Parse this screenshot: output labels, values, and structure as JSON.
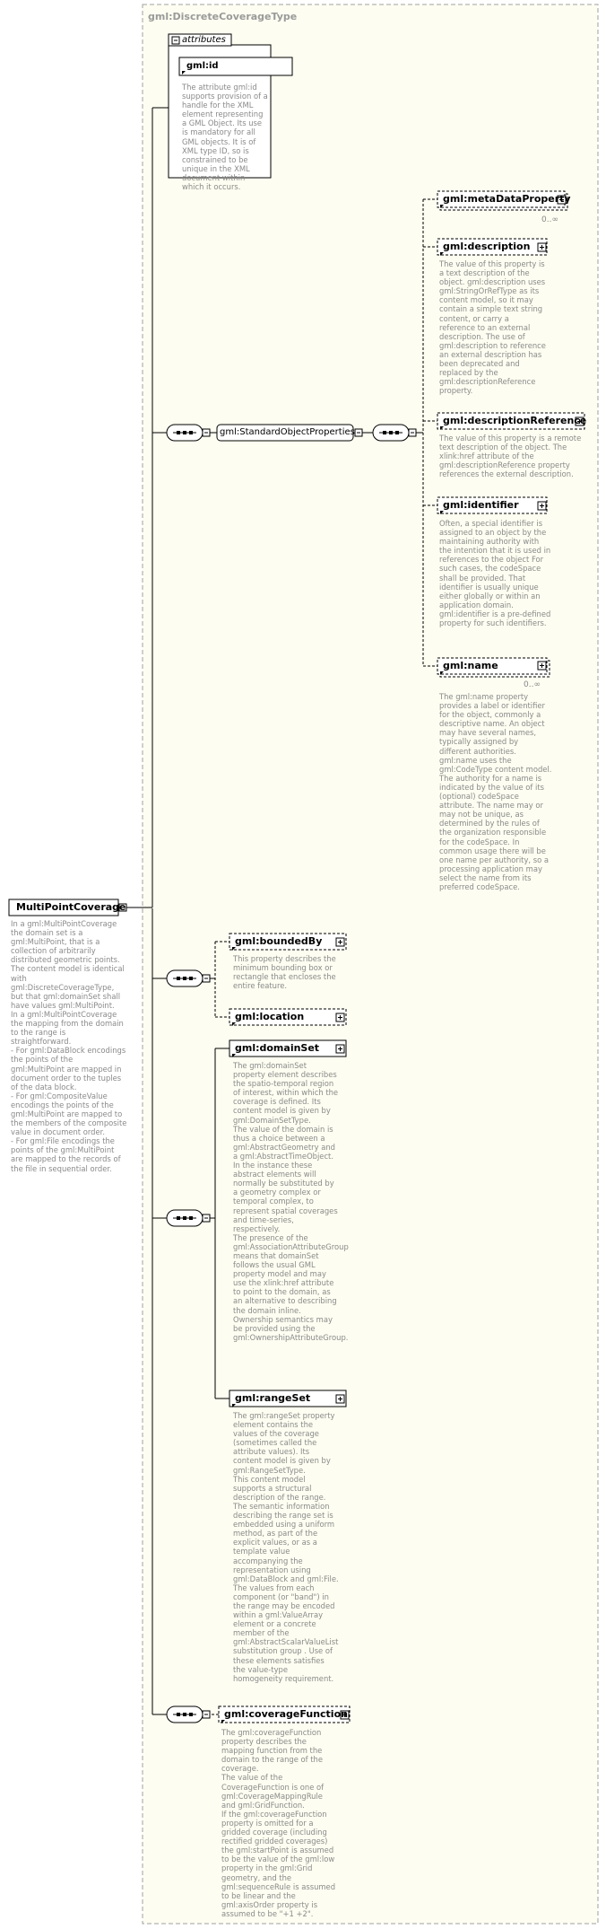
{
  "type_name": "gml:DiscreteCoverageType",
  "root": {
    "name": "MultiPointCoverage",
    "doc": "In a gml:MultiPointCoverage the domain set is a gml:MultiPoint, that is a collection of arbitrarily distributed geometric points.\nThe content model is identical with gml:DiscreteCoverageType, but that gml:domainSet shall have values gml:MultiPoint.\nIn a gml:MultiPointCoverage the mapping from the domain to the range is straightforward.\n-            For gml:DataBlock encodings the points of the gml:MultiPoint are mapped in document order to the tuples of the data block.\n-            For gml:CompositeValue encodings the points of the gml:MultiPoint are mapped to the members of the composite value in document order.\n-            For gml:File encodings the points of the gml:MultiPoint are mapped to the records of the file in sequential order."
  },
  "attributes": {
    "tab_label": "attributes",
    "gml_id": {
      "name": "gml:id",
      "doc": "The attribute gml:id supports provision of a handle for the XML element representing a GML Object. Its use is mandatory for all GML objects. It is of XML type ID, so is constrained to be unique in the XML document within which it occurs."
    }
  },
  "group": {
    "name": "gml:StandardObjectProperties"
  },
  "group_elements": [
    {
      "name": "gml:metaDataProperty",
      "cardinality": "0..∞",
      "doc": ""
    },
    {
      "name": "gml:description",
      "cardinality": "",
      "doc": "The value of this property is a text description of the object. gml:description uses gml:StringOrRefType as its content model, so it may contain a simple text string content, or carry a reference to an external description. The use of gml:description to reference an external description has been deprecated and replaced by the gml:descriptionReference property."
    },
    {
      "name": "gml:descriptionReference",
      "cardinality": "",
      "doc": "The value of this property is a remote text description of the object. The xlink:href attribute of the gml:descriptionReference property references the external description."
    },
    {
      "name": "gml:identifier",
      "cardinality": "",
      "doc": "Often, a special identifier is assigned to an object by the maintaining authority with the intention that it is used in references to the object For such cases, the codeSpace shall be provided. That identifier is usually unique either globally or within an application domain. gml:identifier is a pre-defined property for such identifiers."
    },
    {
      "name": "gml:name",
      "cardinality": "0..∞",
      "doc": "The gml:name property provides a label or identifier for the object, commonly a descriptive name. An object may have several names, typically assigned by different authorities. gml:name uses the gml:CodeType content model.  The authority for a name is indicated by the value of its (optional) codeSpace attribute.  The name may or may not be unique, as determined by the rules of the organization responsible for the codeSpace.  In common usage there will be one name per authority, so a processing application may select the name from its preferred codeSpace."
    }
  ],
  "bounded": {
    "name": "gml:boundedBy",
    "doc": "This property describes the minimum bounding box or rectangle that encloses the entire feature."
  },
  "location": {
    "name": "gml:location"
  },
  "domain_set": {
    "name": "gml:domainSet",
    "doc": "The gml:domainSet property element describes the spatio-temporal region of interest, within which the coverage is defined. Its content model is given by gml:DomainSetType.\nThe value of the domain is thus a choice between a gml:AbstractGeometry and a gml:AbstractTimeObject.  In the instance these abstract elements will normally be substituted by a geometry complex or temporal complex, to represent spatial coverages and time-series, respectively.\nThe presence of the gml:AssociationAttributeGroup means that domainSet follows the usual GML property model and may use the xlink:href attribute to point to the domain, as an alternative to describing the domain inline. Ownership semantics may be provided using the gml:OwnershipAttributeGroup."
  },
  "range_set": {
    "name": "gml:rangeSet",
    "doc": "The gml:rangeSet property element contains the values of the coverage (sometimes called the attribute values).  Its content model is given by gml:RangeSetType.\nThis content model supports a structural description of the range.  The semantic information describing the range set is embedded using a uniform method, as part of the explicit values, or as a template value accompanying the representation using gml:DataBlock and gml:File.\nThe values from each component (or \"band\") in the range may be encoded within a gml:ValueArray element or a concrete member of the gml:AbstractScalarValueList substitution group . Use of these elements satisfies the value-type homogeneity requirement."
  },
  "coverage_function": {
    "name": "gml:coverageFunction",
    "doc": "The gml:coverageFunction property describes the mapping function from the domain to the range of the coverage.\nThe value of the CoverageFunction is one of gml:CoverageMappingRule and gml:GridFunction.\nIf the gml:coverageFunction property is omitted for a gridded coverage (including rectified gridded coverages) the gml:startPoint is assumed to be the value of the gml:low property in the gml:Grid geometry, and the gml:sequenceRule is assumed to be linear and the gml:axisOrder property is assumed to be \"+1 +2\"."
  }
}
